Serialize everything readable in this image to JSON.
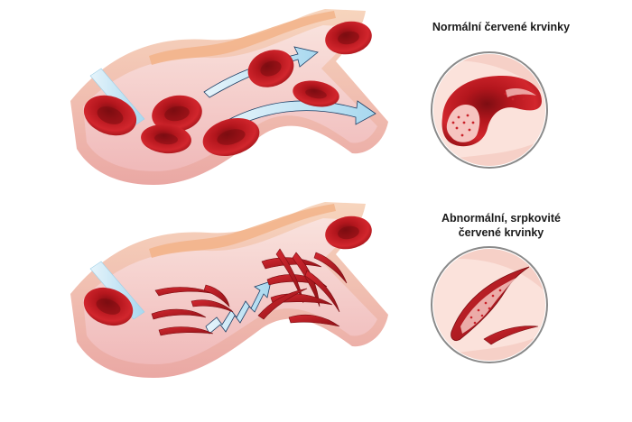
{
  "labels": {
    "normal": "Normální červené krvinky",
    "sickle_line1": "Abnormální, srpkovité",
    "sickle_line2": "červené krvinky"
  },
  "colors": {
    "vessel_outer": "#f4c9a4",
    "vessel_inner": "#e39aa0",
    "vessel_lumen": "#f6d7d2",
    "vessel_wall": "#f0a77a",
    "cell_dark": "#a8151b",
    "cell_mid": "#c9222a",
    "cell_light": "#e0474c",
    "flow_arrow": "#bfe3f3",
    "flow_arrow_dark": "#1c3f66",
    "circle_border": "#8a8a8a",
    "circle_fill": "#fbe2db"
  }
}
